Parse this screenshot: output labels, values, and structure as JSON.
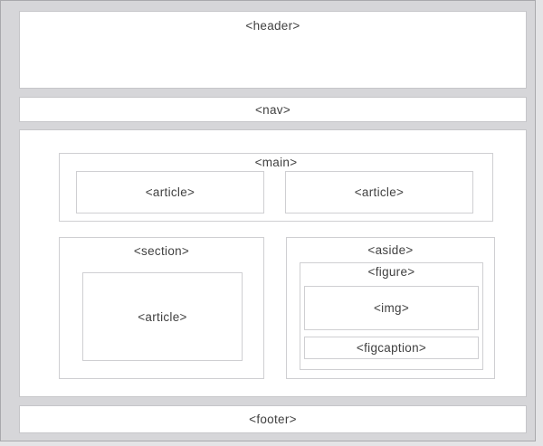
{
  "page": {
    "outer_background": "#e4e4e6",
    "panel_background": "#d6d6d9",
    "panel_border": "#a9a9ad",
    "box_background": "#ffffff",
    "box_border": "#c6c6c9",
    "inner_border": "#cfcfd2",
    "text_color": "#414141"
  },
  "diagram": {
    "header_label": "<header>",
    "nav_label": "<nav>",
    "main_label": "<main>",
    "main_article_left_label": "<article>",
    "main_article_right_label": "<article>",
    "section_label": "<section>",
    "section_article_label": "<article>",
    "aside_label": "<aside>",
    "figure_label": "<figure>",
    "img_label": "<img>",
    "figcaption_label": "<figcaption>",
    "footer_label": "<footer>"
  }
}
